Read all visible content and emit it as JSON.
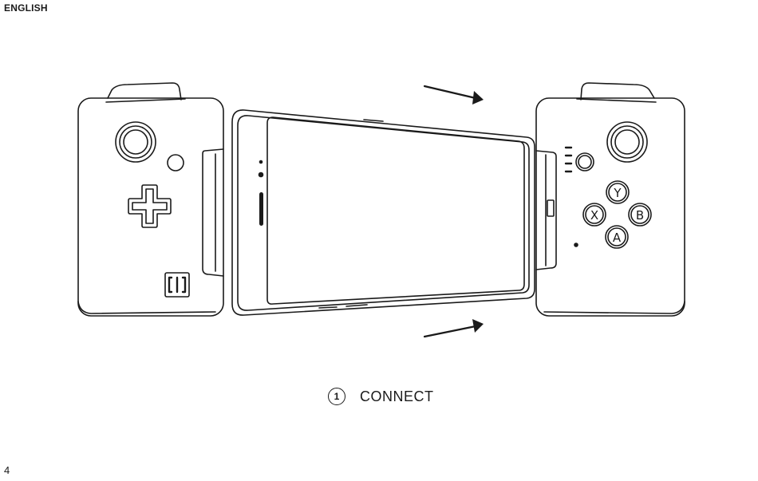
{
  "header": {
    "language": "ENGLISH"
  },
  "footer": {
    "page_number": "4"
  },
  "step": {
    "number": "1",
    "label": "CONNECT"
  },
  "buttons": {
    "y": "Y",
    "x": "X",
    "b": "B",
    "a": "A"
  },
  "icons": [
    "arrow-right-icon",
    "razer-logo-icon"
  ]
}
